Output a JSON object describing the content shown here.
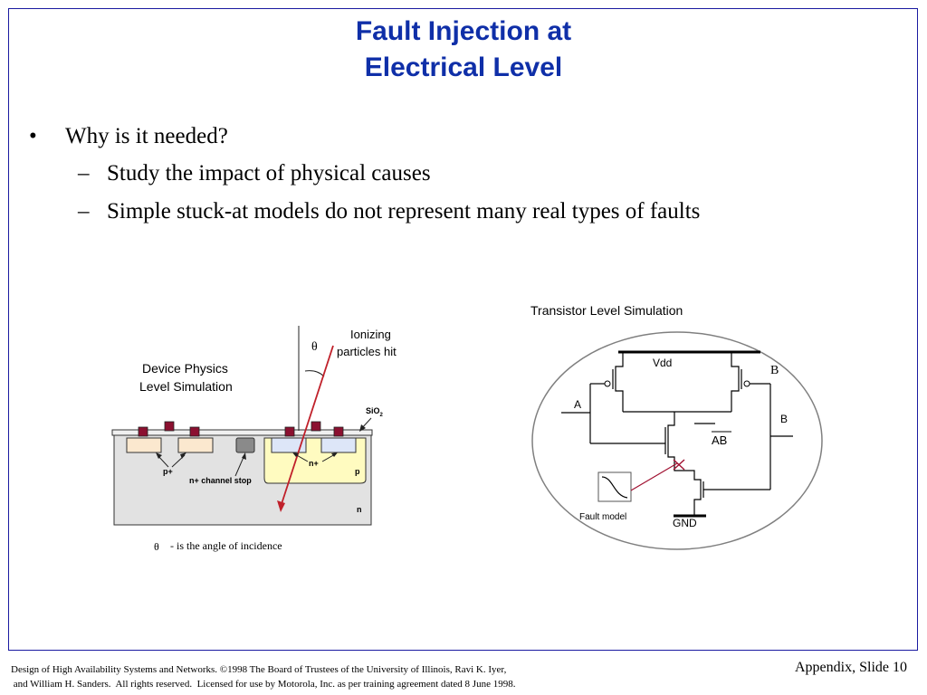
{
  "slide": {
    "title_line1": "Fault Injection at",
    "title_line2": "Electrical Level",
    "bullet": "•",
    "dash": "–",
    "bullet_main": "Why is it needed?",
    "sub_bullets": [
      "Study the impact of physical causes",
      "Simple stuck-at models do not represent many real types of faults"
    ]
  },
  "device_figure": {
    "label_line1": "Device Physics",
    "label_line2": "Level Simulation",
    "ionizing_line1": "Ionizing",
    "ionizing_line2": "particles  hit",
    "theta": "θ",
    "sio2": "SiO",
    "sio2_sub": "2",
    "p_plus": "p+",
    "n_plus": "n+",
    "p": "p",
    "n": "n",
    "channel_stop": "n+ channel stop",
    "caption_theta": "θ",
    "caption_text": "- is the angle of incidence"
  },
  "transistor_figure": {
    "title": "Transistor Level Simulation",
    "vdd": "Vdd",
    "gnd": "GND",
    "a": "A",
    "b_top": "B",
    "b_side": "B",
    "ab": "AB",
    "fault_model": "Fault model"
  },
  "footer": {
    "line1": "Design of High Availability Systems and Networks.  ©1998 The Board of Trustees of the University of Illinois, Ravi K. Iyer,",
    "line2": " and William H. Sanders.  All rights reserved.  Licensed for use by Motorola, Inc. as per training agreement dated 8 June 1998.",
    "slide_number": "Appendix, Slide 10"
  },
  "colors": {
    "title": "#0f2fa8",
    "frame": "#1a1aa0",
    "particle": "#c0202a",
    "contact": "#8b1030",
    "p_well": "#fffbc0",
    "substrate": "#e2e2e2"
  }
}
